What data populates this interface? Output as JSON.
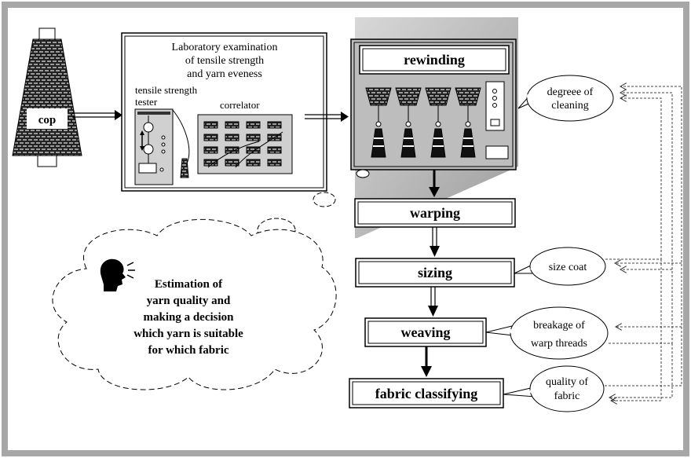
{
  "cop": {
    "label": "cop"
  },
  "lab": {
    "title_lines": [
      "Laboratory examination",
      "of tensile strength",
      "and yarn eveness"
    ],
    "tester_lines": [
      "tensile strength",
      "tester"
    ],
    "correlator": "correlator"
  },
  "process_steps": [
    {
      "label": "rewinding"
    },
    {
      "label": "warping"
    },
    {
      "label": "sizing"
    },
    {
      "label": "weaving"
    },
    {
      "label": "fabric classifying"
    }
  ],
  "callouts": {
    "cleaning": [
      "degreee of",
      "cleaning"
    ],
    "size_coat": [
      "size coat"
    ],
    "breakage": [
      "breakage of",
      "warp threads"
    ],
    "quality": [
      "quality of",
      "fabric"
    ]
  },
  "thought": {
    "lines": [
      "Estimation of",
      "yarn quality and",
      "making a decision",
      "which yarn is suitable",
      "for which fabric"
    ],
    "icon": "speaking-head-icon"
  },
  "colors": {
    "frame": "#a7a7a7",
    "ink": "#000000",
    "shade": "#c8c8c8"
  }
}
